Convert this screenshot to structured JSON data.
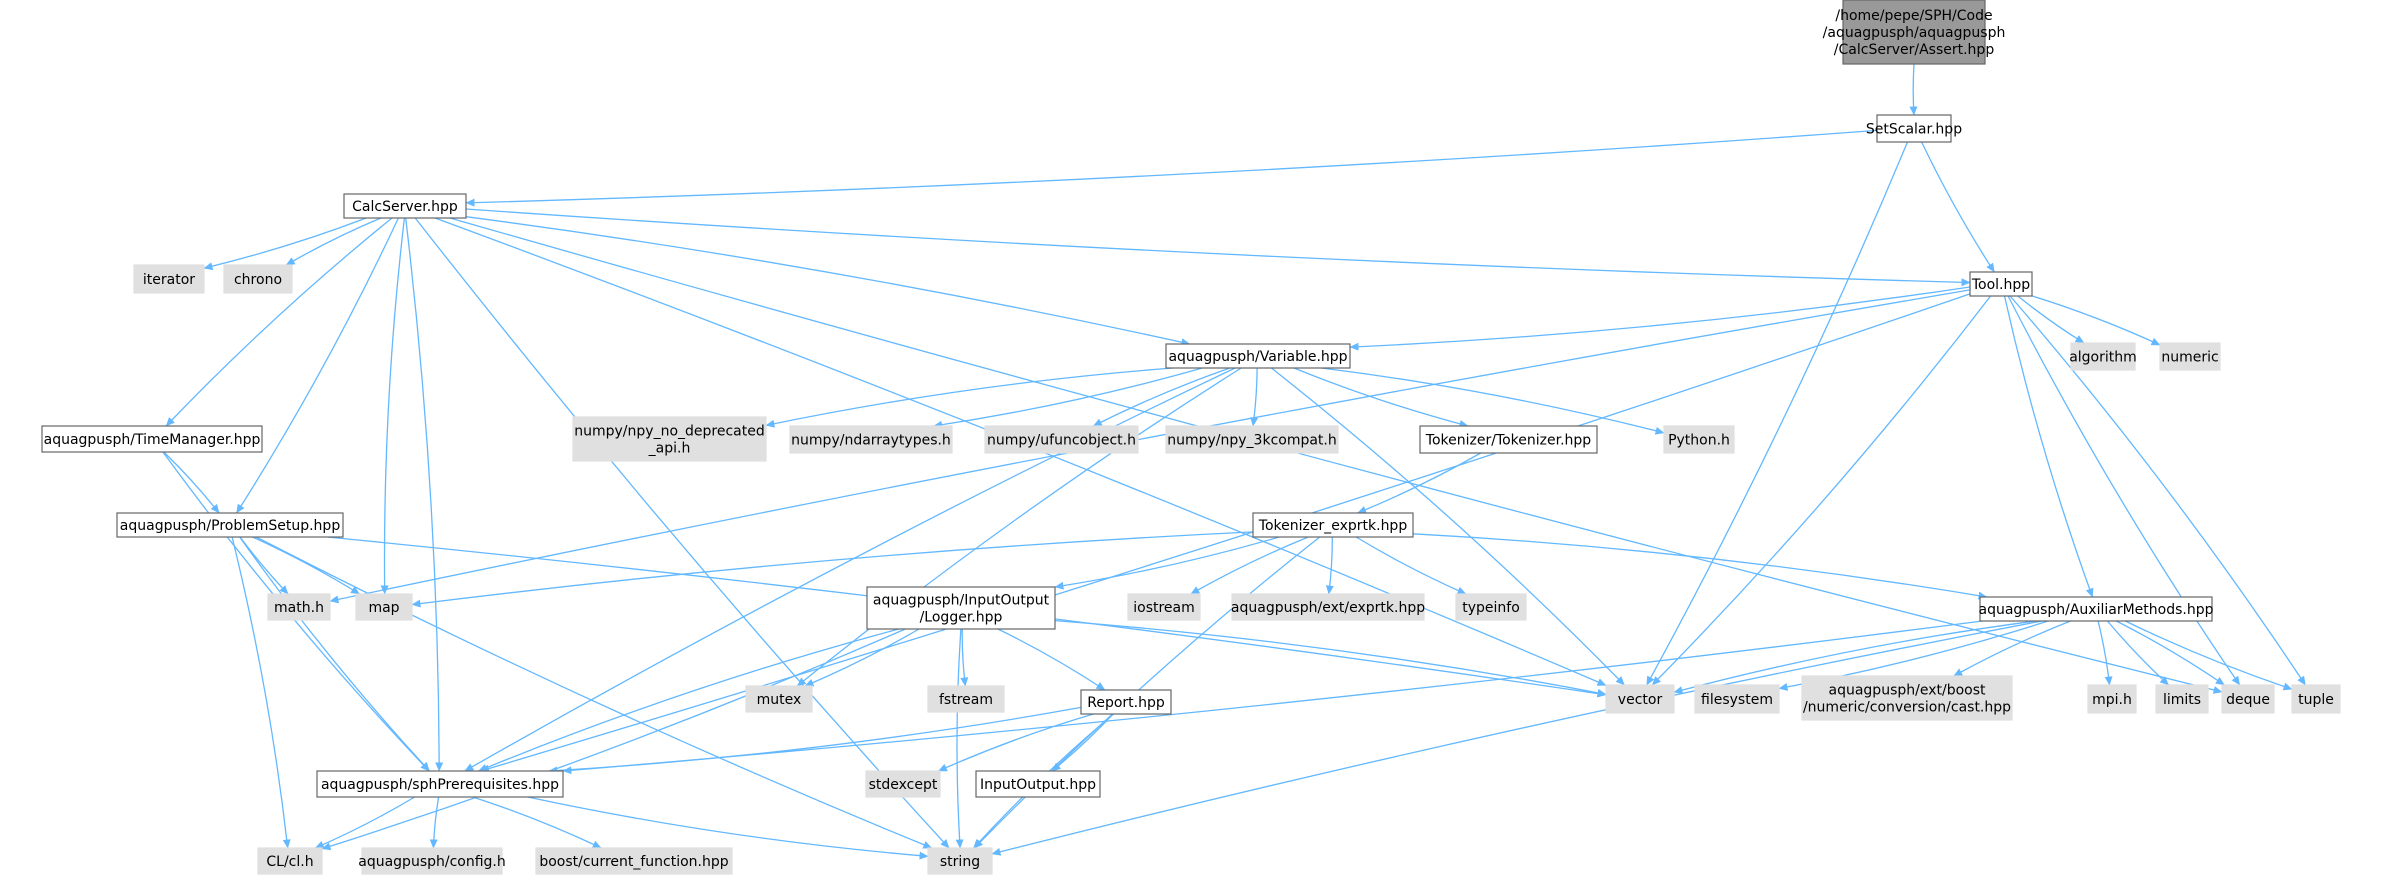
{
  "diagram": {
    "colors": {
      "edge": "#63b8ff",
      "root_fill": "#999999",
      "root_stroke": "#666666",
      "doc_fill": "#ffffff",
      "doc_stroke": "#666666",
      "sys_fill": "#e0e0e0",
      "sys_stroke": "#e0e0e0"
    },
    "nodes": [
      {
        "id": "assert",
        "kind": "root",
        "label": [
          "/home/pepe/SPH/Code",
          "/aquagpusph/aquagpusph",
          "/CalcServer/Assert.hpp"
        ]
      },
      {
        "id": "setscalar",
        "kind": "doc",
        "label": [
          "SetScalar.hpp"
        ]
      },
      {
        "id": "calcserver",
        "kind": "doc",
        "label": [
          "CalcServer.hpp"
        ]
      },
      {
        "id": "tool",
        "kind": "doc",
        "label": [
          "Tool.hpp"
        ]
      },
      {
        "id": "iterator",
        "kind": "sys",
        "label": [
          "iterator"
        ]
      },
      {
        "id": "chrono",
        "kind": "sys",
        "label": [
          "chrono"
        ]
      },
      {
        "id": "variable",
        "kind": "doc",
        "label": [
          "aquagpusph/Variable.hpp"
        ]
      },
      {
        "id": "algorithm",
        "kind": "sys",
        "label": [
          "algorithm"
        ]
      },
      {
        "id": "numeric",
        "kind": "sys",
        "label": [
          "numeric"
        ]
      },
      {
        "id": "timemanager",
        "kind": "doc",
        "label": [
          "aquagpusph/TimeManager.hpp"
        ]
      },
      {
        "id": "npy_nodep",
        "kind": "sys",
        "label": [
          "numpy/npy_no_deprecated",
          "_api.h"
        ]
      },
      {
        "id": "ndarraytypes",
        "kind": "sys",
        "label": [
          "numpy/ndarraytypes.h"
        ]
      },
      {
        "id": "ufuncobject",
        "kind": "sys",
        "label": [
          "numpy/ufuncobject.h"
        ]
      },
      {
        "id": "npy3k",
        "kind": "sys",
        "label": [
          "numpy/npy_3kcompat.h"
        ]
      },
      {
        "id": "tokenizer",
        "kind": "doc",
        "label": [
          "Tokenizer/Tokenizer.hpp"
        ]
      },
      {
        "id": "python",
        "kind": "sys",
        "label": [
          "Python.h"
        ]
      },
      {
        "id": "problemsetup",
        "kind": "doc",
        "label": [
          "aquagpusph/ProblemSetup.hpp"
        ]
      },
      {
        "id": "exprtk_hpp",
        "kind": "doc",
        "label": [
          "Tokenizer_exprtk.hpp"
        ]
      },
      {
        "id": "mathh",
        "kind": "sys",
        "label": [
          "math.h"
        ]
      },
      {
        "id": "map",
        "kind": "sys",
        "label": [
          "map"
        ]
      },
      {
        "id": "logger",
        "kind": "doc",
        "label": [
          "aquagpusph/InputOutput",
          "/Logger.hpp"
        ]
      },
      {
        "id": "iostream",
        "kind": "sys",
        "label": [
          "iostream"
        ]
      },
      {
        "id": "extexprtk",
        "kind": "sys",
        "label": [
          "aquagpusph/ext/exprtk.hpp"
        ]
      },
      {
        "id": "typeinfo",
        "kind": "sys",
        "label": [
          "typeinfo"
        ]
      },
      {
        "id": "auxiliar",
        "kind": "doc",
        "label": [
          "aquagpusph/AuxiliarMethods.hpp"
        ]
      },
      {
        "id": "mutex",
        "kind": "sys",
        "label": [
          "mutex"
        ]
      },
      {
        "id": "fstream",
        "kind": "sys",
        "label": [
          "fstream"
        ]
      },
      {
        "id": "report",
        "kind": "doc",
        "label": [
          "Report.hpp"
        ]
      },
      {
        "id": "vector",
        "kind": "sys",
        "label": [
          "vector"
        ]
      },
      {
        "id": "filesystem",
        "kind": "sys",
        "label": [
          "filesystem"
        ]
      },
      {
        "id": "boostcast",
        "kind": "sys",
        "label": [
          "aquagpusph/ext/boost",
          "/numeric/conversion/cast.hpp"
        ]
      },
      {
        "id": "mpih",
        "kind": "sys",
        "label": [
          "mpi.h"
        ]
      },
      {
        "id": "limits",
        "kind": "sys",
        "label": [
          "limits"
        ]
      },
      {
        "id": "deque",
        "kind": "sys",
        "label": [
          "deque"
        ]
      },
      {
        "id": "tuple",
        "kind": "sys",
        "label": [
          "tuple"
        ]
      },
      {
        "id": "sphprereq",
        "kind": "doc",
        "label": [
          "aquagpusph/sphPrerequisites.hpp"
        ]
      },
      {
        "id": "stdexcept",
        "kind": "sys",
        "label": [
          "stdexcept"
        ]
      },
      {
        "id": "inputoutput",
        "kind": "doc",
        "label": [
          "InputOutput.hpp"
        ]
      },
      {
        "id": "clh",
        "kind": "sys",
        "label": [
          "CL/cl.h"
        ]
      },
      {
        "id": "config",
        "kind": "sys",
        "label": [
          "aquagpusph/config.h"
        ]
      },
      {
        "id": "boostfunc",
        "kind": "sys",
        "label": [
          "boost/current_function.hpp"
        ]
      },
      {
        "id": "string",
        "kind": "sys",
        "label": [
          "string"
        ]
      }
    ],
    "edges": [
      [
        "assert",
        "setscalar"
      ],
      [
        "setscalar",
        "calcserver"
      ],
      [
        "setscalar",
        "tool"
      ],
      [
        "setscalar",
        "vector"
      ],
      [
        "calcserver",
        "tool"
      ],
      [
        "calcserver",
        "iterator"
      ],
      [
        "calcserver",
        "chrono"
      ],
      [
        "calcserver",
        "variable"
      ],
      [
        "calcserver",
        "timemanager"
      ],
      [
        "calcserver",
        "problemsetup"
      ],
      [
        "calcserver",
        "map"
      ],
      [
        "calcserver",
        "sphprereq"
      ],
      [
        "calcserver",
        "string"
      ],
      [
        "calcserver",
        "vector"
      ],
      [
        "calcserver",
        "deque"
      ],
      [
        "tool",
        "variable"
      ],
      [
        "tool",
        "algorithm"
      ],
      [
        "tool",
        "numeric"
      ],
      [
        "tool",
        "auxiliar"
      ],
      [
        "tool",
        "sphprereq"
      ],
      [
        "tool",
        "mathh"
      ],
      [
        "tool",
        "vector"
      ],
      [
        "tool",
        "deque"
      ],
      [
        "tool",
        "tuple"
      ],
      [
        "variable",
        "npy_nodep"
      ],
      [
        "variable",
        "ndarraytypes"
      ],
      [
        "variable",
        "ufuncobject"
      ],
      [
        "variable",
        "npy3k"
      ],
      [
        "variable",
        "tokenizer"
      ],
      [
        "variable",
        "python"
      ],
      [
        "variable",
        "sphprereq"
      ],
      [
        "variable",
        "vector"
      ],
      [
        "variable",
        "mutex"
      ],
      [
        "timemanager",
        "problemsetup"
      ],
      [
        "timemanager",
        "sphprereq"
      ],
      [
        "tokenizer",
        "exprtk_hpp"
      ],
      [
        "problemsetup",
        "mathh"
      ],
      [
        "problemsetup",
        "map"
      ],
      [
        "problemsetup",
        "sphprereq"
      ],
      [
        "problemsetup",
        "clh"
      ],
      [
        "problemsetup",
        "string"
      ],
      [
        "problemsetup",
        "vector"
      ],
      [
        "exprtk_hpp",
        "map"
      ],
      [
        "exprtk_hpp",
        "logger"
      ],
      [
        "exprtk_hpp",
        "iostream"
      ],
      [
        "exprtk_hpp",
        "extexprtk"
      ],
      [
        "exprtk_hpp",
        "typeinfo"
      ],
      [
        "exprtk_hpp",
        "auxiliar"
      ],
      [
        "exprtk_hpp",
        "string"
      ],
      [
        "logger",
        "mutex"
      ],
      [
        "logger",
        "fstream"
      ],
      [
        "logger",
        "report"
      ],
      [
        "logger",
        "sphprereq"
      ],
      [
        "logger",
        "clh"
      ],
      [
        "logger",
        "string"
      ],
      [
        "logger",
        "vector"
      ],
      [
        "auxiliar",
        "vector"
      ],
      [
        "auxiliar",
        "filesystem"
      ],
      [
        "auxiliar",
        "boostcast"
      ],
      [
        "auxiliar",
        "mpih"
      ],
      [
        "auxiliar",
        "limits"
      ],
      [
        "auxiliar",
        "deque"
      ],
      [
        "auxiliar",
        "tuple"
      ],
      [
        "auxiliar",
        "sphprereq"
      ],
      [
        "auxiliar",
        "string"
      ],
      [
        "report",
        "sphprereq"
      ],
      [
        "report",
        "stdexcept"
      ],
      [
        "report",
        "inputoutput"
      ],
      [
        "report",
        "string"
      ],
      [
        "sphprereq",
        "clh"
      ],
      [
        "sphprereq",
        "config"
      ],
      [
        "sphprereq",
        "boostfunc"
      ],
      [
        "sphprereq",
        "string"
      ]
    ]
  }
}
